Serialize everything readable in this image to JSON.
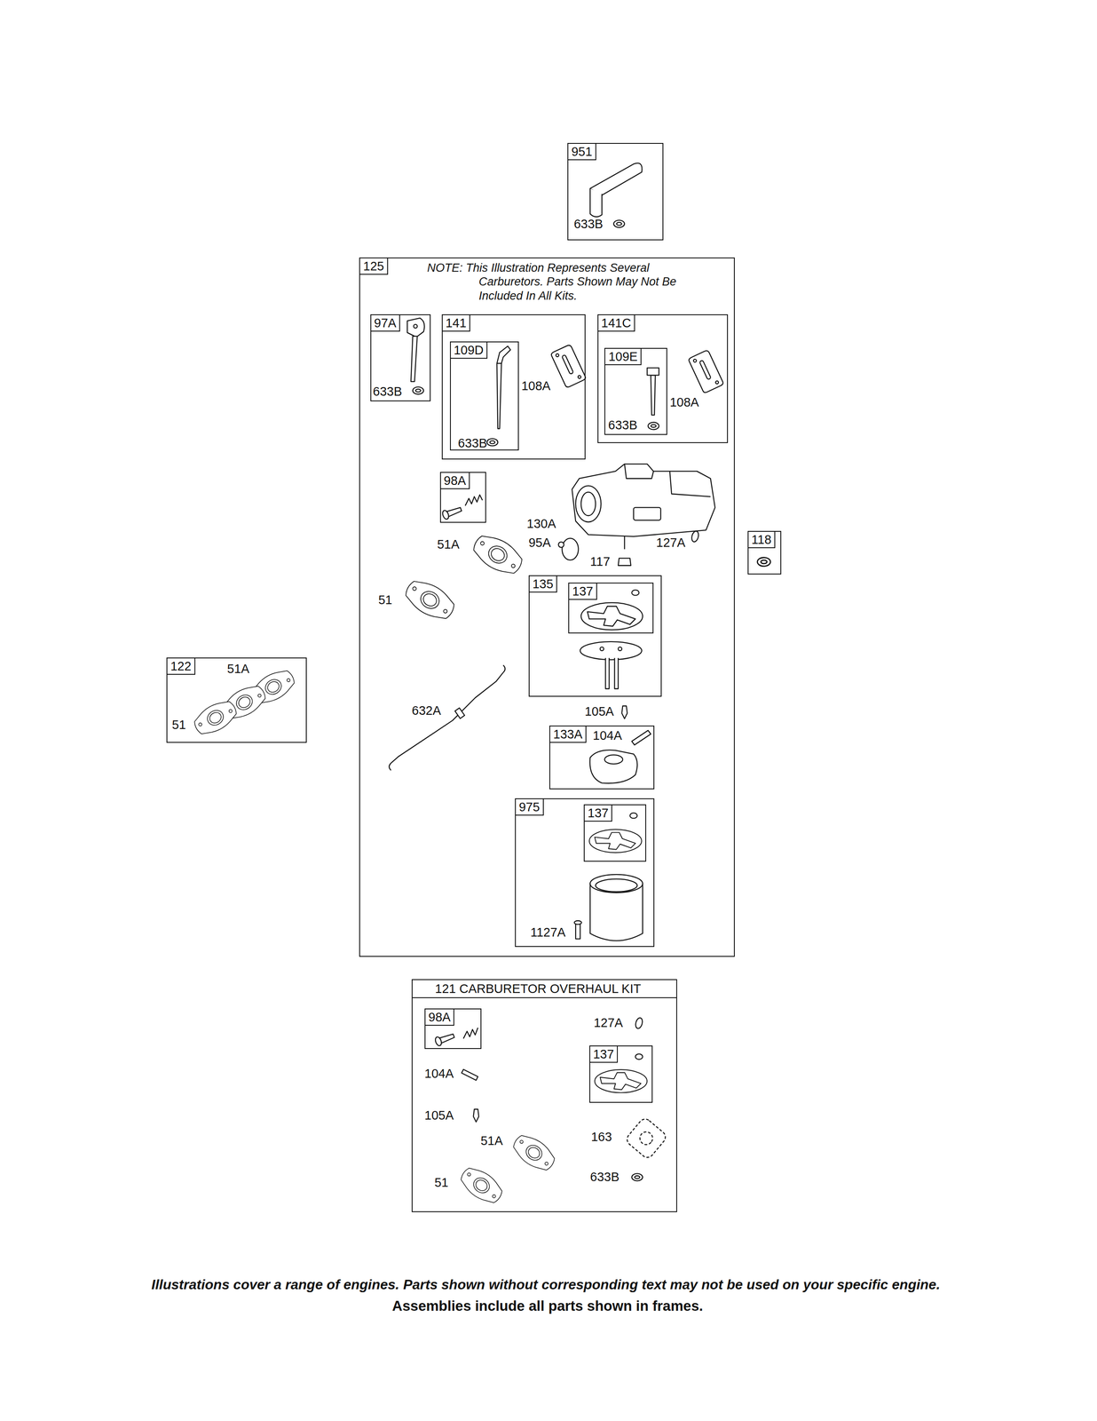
{
  "diagram": {
    "nodes": [
      {
        "text": [
          "951"
        ]
      },
      {
        "text": [
          "125",
          "NOTE: This Illustration Represents Several Carburetors. Parts Shown May Not Be Included In All Kits."
        ]
      },
      {
        "text": [
          "97A"
        ],
        "in": 1
      },
      {
        "text": [
          "141"
        ],
        "in": 1
      },
      {
        "text": [
          "109D"
        ],
        "in": 3
      },
      {
        "text": [
          "141C"
        ],
        "in": 1
      },
      {
        "text": [
          "109E"
        ],
        "in": 5
      },
      {
        "text": [
          "98A"
        ],
        "in": 1
      },
      {
        "text": [
          "135"
        ],
        "in": 1
      },
      {
        "text": [
          "137"
        ],
        "in": 8
      },
      {
        "text": [
          "133A"
        ],
        "in": 1
      },
      {
        "text": [
          "975"
        ],
        "in": 1
      },
      {
        "text": [
          "137"
        ],
        "in": 11
      },
      {
        "text": [
          "118"
        ]
      },
      {
        "text": [
          "122"
        ]
      },
      {
        "text": [
          "121 CARBURETOR OVERHAUL KIT"
        ]
      },
      {
        "text": [
          "98A"
        ],
        "in": 15
      },
      {
        "text": [
          "137"
        ],
        "in": 15
      }
    ],
    "labels": [
      "633B",
      "633B",
      "633B",
      "108A",
      "633B",
      "108A",
      "130A",
      "95A",
      "51A",
      "117",
      "127A",
      "51",
      "632A",
      "105A",
      "104A",
      "1127A",
      "51A",
      "51",
      "127A",
      "104A",
      "105A",
      "51A",
      "163",
      "51",
      "633B",
      "Illustrations cover a range of engines. Parts shown without corresponding text may not be used on your specific engine.",
      "Assemblies include all parts shown in frames."
    ]
  }
}
